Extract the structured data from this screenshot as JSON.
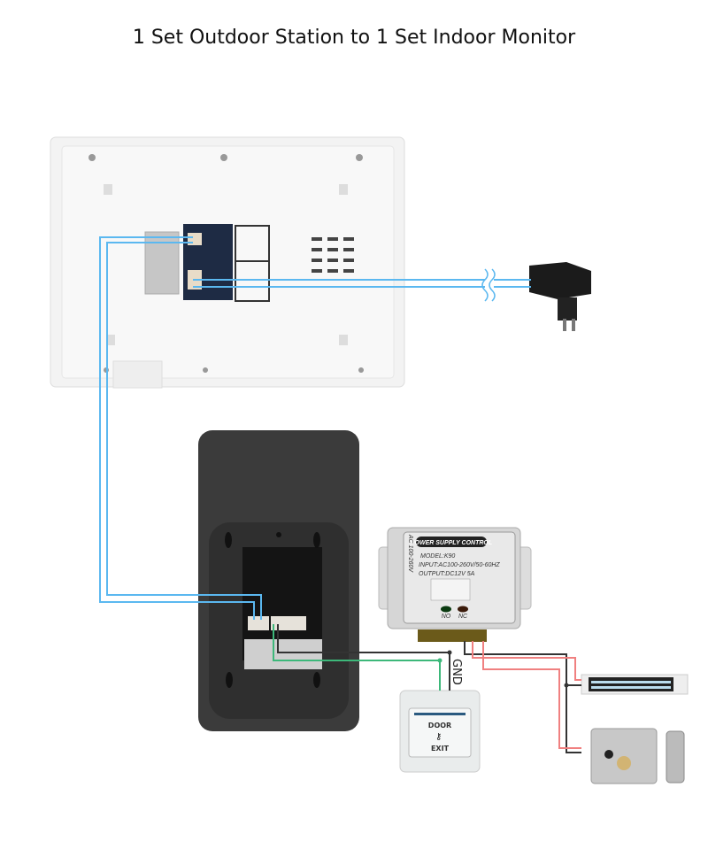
{
  "title": "1 Set Outdoor Station to 1 Set Indoor Monitor",
  "power_supply": {
    "header": "POWER SUPPLY CONTROL",
    "model": "MODEL:K90",
    "input": "INPUT:AC100-260V/50-60HZ",
    "output": "OUTPUT:DC12V  5A",
    "side_label": "AC 100-260V",
    "led_no": "NO",
    "led_nc": "NC"
  },
  "gnd_label": "GND",
  "exit_button": {
    "line1": "DOOR",
    "line2": "EXIT"
  },
  "colors": {
    "signal_wire": "#5bb8f0",
    "ground_wire": "#333333",
    "exit_wire": "#3db87a",
    "power_wire": "#f08080"
  }
}
